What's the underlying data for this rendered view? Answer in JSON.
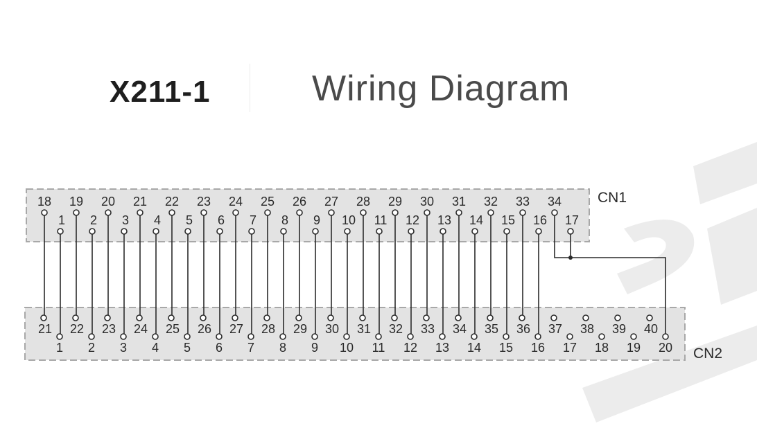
{
  "header": {
    "model": "X211-1",
    "title": "Wiring Diagram"
  },
  "connectors": {
    "cn1": {
      "label": "CN1",
      "top_row_pins": [
        "18",
        "19",
        "20",
        "21",
        "22",
        "23",
        "24",
        "25",
        "26",
        "27",
        "28",
        "29",
        "30",
        "31",
        "32",
        "33",
        "34"
      ],
      "bottom_row_pins": [
        "1",
        "2",
        "3",
        "4",
        "5",
        "6",
        "7",
        "8",
        "9",
        "10",
        "11",
        "12",
        "13",
        "14",
        "15",
        "16",
        "17"
      ]
    },
    "cn2": {
      "label": "CN2",
      "upper_row_pins": [
        "21",
        "22",
        "23",
        "24",
        "25",
        "26",
        "27",
        "28",
        "29",
        "30",
        "31",
        "32",
        "33",
        "34",
        "35",
        "36",
        "37",
        "38",
        "39",
        "40"
      ],
      "lower_row_pins": [
        "1",
        "2",
        "3",
        "4",
        "5",
        "6",
        "7",
        "8",
        "9",
        "10",
        "11",
        "12",
        "13",
        "14",
        "15",
        "16",
        "17",
        "18",
        "19",
        "20"
      ]
    }
  },
  "connections": {
    "direct_pairs": [
      [
        "CN1-18",
        "CN2-21"
      ],
      [
        "CN1-1",
        "CN2-1"
      ],
      [
        "CN1-19",
        "CN2-22"
      ],
      [
        "CN1-2",
        "CN2-2"
      ],
      [
        "CN1-20",
        "CN2-23"
      ],
      [
        "CN1-3",
        "CN2-3"
      ],
      [
        "CN1-21",
        "CN2-24"
      ],
      [
        "CN1-4",
        "CN2-4"
      ],
      [
        "CN1-22",
        "CN2-25"
      ],
      [
        "CN1-5",
        "CN2-5"
      ],
      [
        "CN1-23",
        "CN2-26"
      ],
      [
        "CN1-6",
        "CN2-6"
      ],
      [
        "CN1-24",
        "CN2-27"
      ],
      [
        "CN1-7",
        "CN2-7"
      ],
      [
        "CN1-25",
        "CN2-28"
      ],
      [
        "CN1-8",
        "CN2-8"
      ],
      [
        "CN1-26",
        "CN2-29"
      ],
      [
        "CN1-9",
        "CN2-9"
      ],
      [
        "CN1-27",
        "CN2-30"
      ],
      [
        "CN1-10",
        "CN2-10"
      ],
      [
        "CN1-28",
        "CN2-31"
      ],
      [
        "CN1-11",
        "CN2-11"
      ],
      [
        "CN1-29",
        "CN2-32"
      ],
      [
        "CN1-12",
        "CN2-12"
      ],
      [
        "CN1-30",
        "CN2-33"
      ],
      [
        "CN1-13",
        "CN2-13"
      ],
      [
        "CN1-31",
        "CN2-34"
      ],
      [
        "CN1-14",
        "CN2-14"
      ],
      [
        "CN1-32",
        "CN2-35"
      ],
      [
        "CN1-15",
        "CN2-15"
      ],
      [
        "CN1-33",
        "CN2-36"
      ],
      [
        "CN1-16",
        "CN2-16"
      ]
    ],
    "joined_group": {
      "from": [
        "CN1-34",
        "CN1-17"
      ],
      "to": "CN2-20"
    }
  },
  "colors": {
    "box_fill": "#e3e3e3",
    "box_border": "#a8a8a8",
    "wire": "#2a2a2a",
    "text": "#2a2a2a",
    "watermark": "#e9e9e9"
  }
}
